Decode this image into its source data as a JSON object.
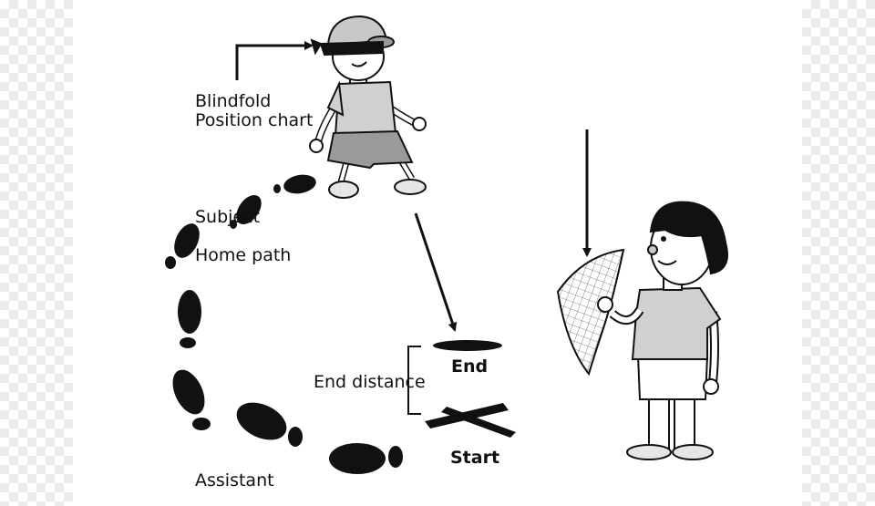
{
  "labels": {
    "blindfold": "Blindfold",
    "position_chart": "Position chart",
    "subject": "Subject",
    "home_path": "Home path",
    "end_distance": "End distance",
    "end": "End",
    "start": "Start",
    "assistant": "Assistant"
  },
  "colors": {
    "ink": "#111111",
    "shirt": "#d0d0d0",
    "shorts": "#9a9a9a",
    "skin": "#ffffff"
  }
}
